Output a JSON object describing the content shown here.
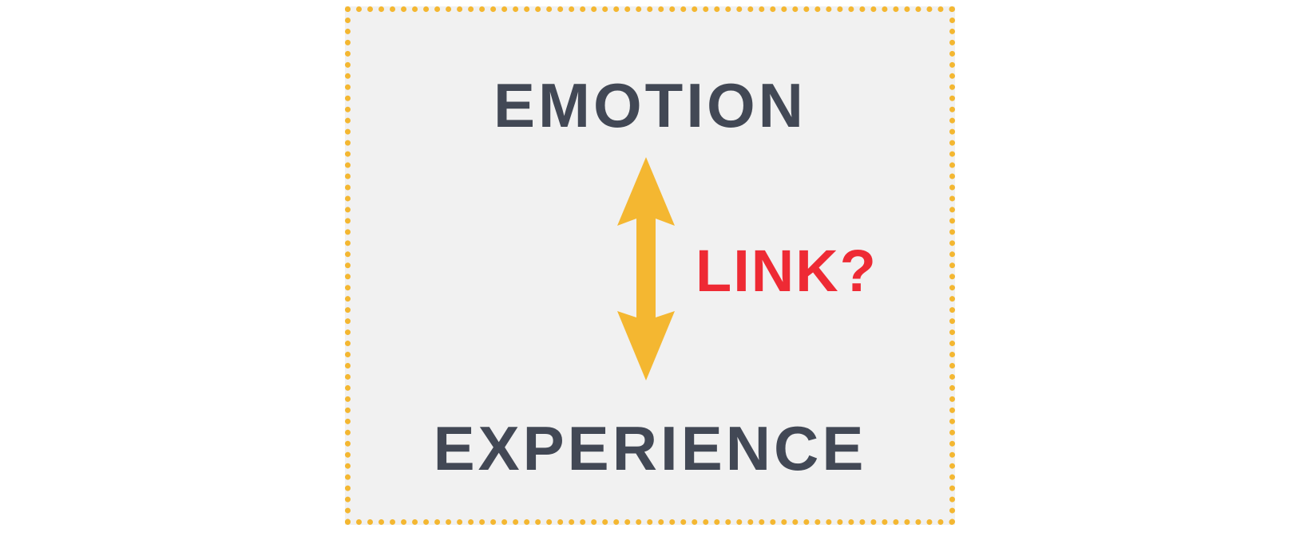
{
  "diagram": {
    "top_label": "EMOTION",
    "bottom_label": "EXPERIENCE",
    "link_label": "LINK?",
    "colors": {
      "panel_background": "#f1f1f1",
      "border": "#f4b731",
      "arrow": "#f4b731",
      "text": "#424855",
      "link_text": "#ee2a34"
    },
    "arrow_icon": "double-headed-vertical-arrow"
  }
}
